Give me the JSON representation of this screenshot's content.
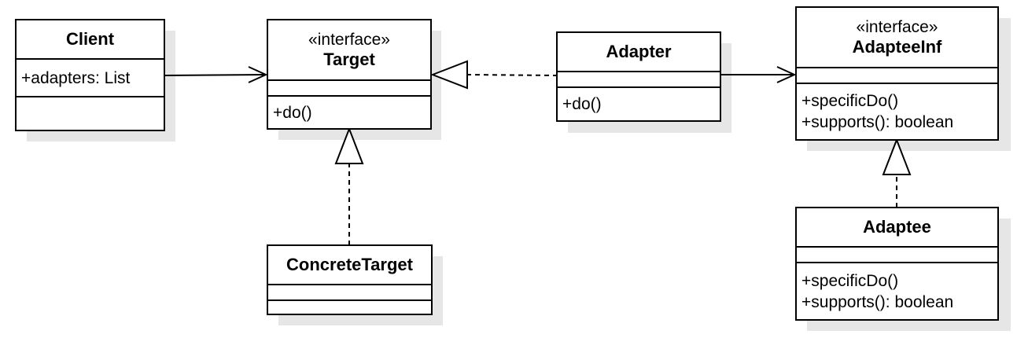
{
  "classes": {
    "client": {
      "name": "Client",
      "attributes": [
        "+adapters: List"
      ],
      "methods": []
    },
    "target": {
      "stereotype": "«interface»",
      "name": "Target",
      "attributes": [],
      "methods": [
        "+do()"
      ]
    },
    "adapter": {
      "name": "Adapter",
      "attributes": [],
      "methods": [
        "+do()"
      ]
    },
    "adaptee_inf": {
      "stereotype": "«interface»",
      "name": "AdapteeInf",
      "attributes": [],
      "methods": [
        "+specificDo()",
        "+supports(): boolean"
      ]
    },
    "concrete_target": {
      "name": "ConcreteTarget",
      "attributes": [],
      "methods": []
    },
    "adaptee": {
      "name": "Adaptee",
      "attributes": [],
      "methods": [
        "+specificDo()",
        "+supports(): boolean"
      ]
    }
  },
  "relationships": [
    {
      "from": "Client",
      "to": "Target",
      "type": "association"
    },
    {
      "from": "Adapter",
      "to": "Target",
      "type": "realization"
    },
    {
      "from": "Adapter",
      "to": "AdapteeInf",
      "type": "association"
    },
    {
      "from": "ConcreteTarget",
      "to": "Target",
      "type": "realization"
    },
    {
      "from": "Adaptee",
      "to": "AdapteeInf",
      "type": "realization"
    }
  ]
}
